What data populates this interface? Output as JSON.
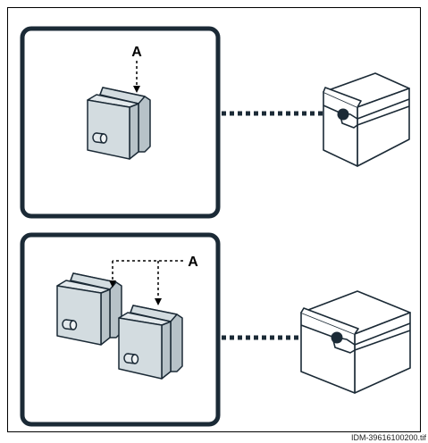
{
  "panels": [
    {
      "callout_label": "A"
    },
    {
      "callout_label": "A"
    }
  ],
  "footer": {
    "image_id": "IDM-39616100200.tif"
  },
  "colors": {
    "frame": "#1b2a36",
    "plug_face": "#d3dce0",
    "plug_side": "#b7c2c8",
    "stroke": "#1b2a36",
    "dot": "#1b2a36"
  },
  "icons": [
    "single-plug-icon",
    "double-plug-icon",
    "control-unit-icon",
    "connection-dot-icon"
  ]
}
